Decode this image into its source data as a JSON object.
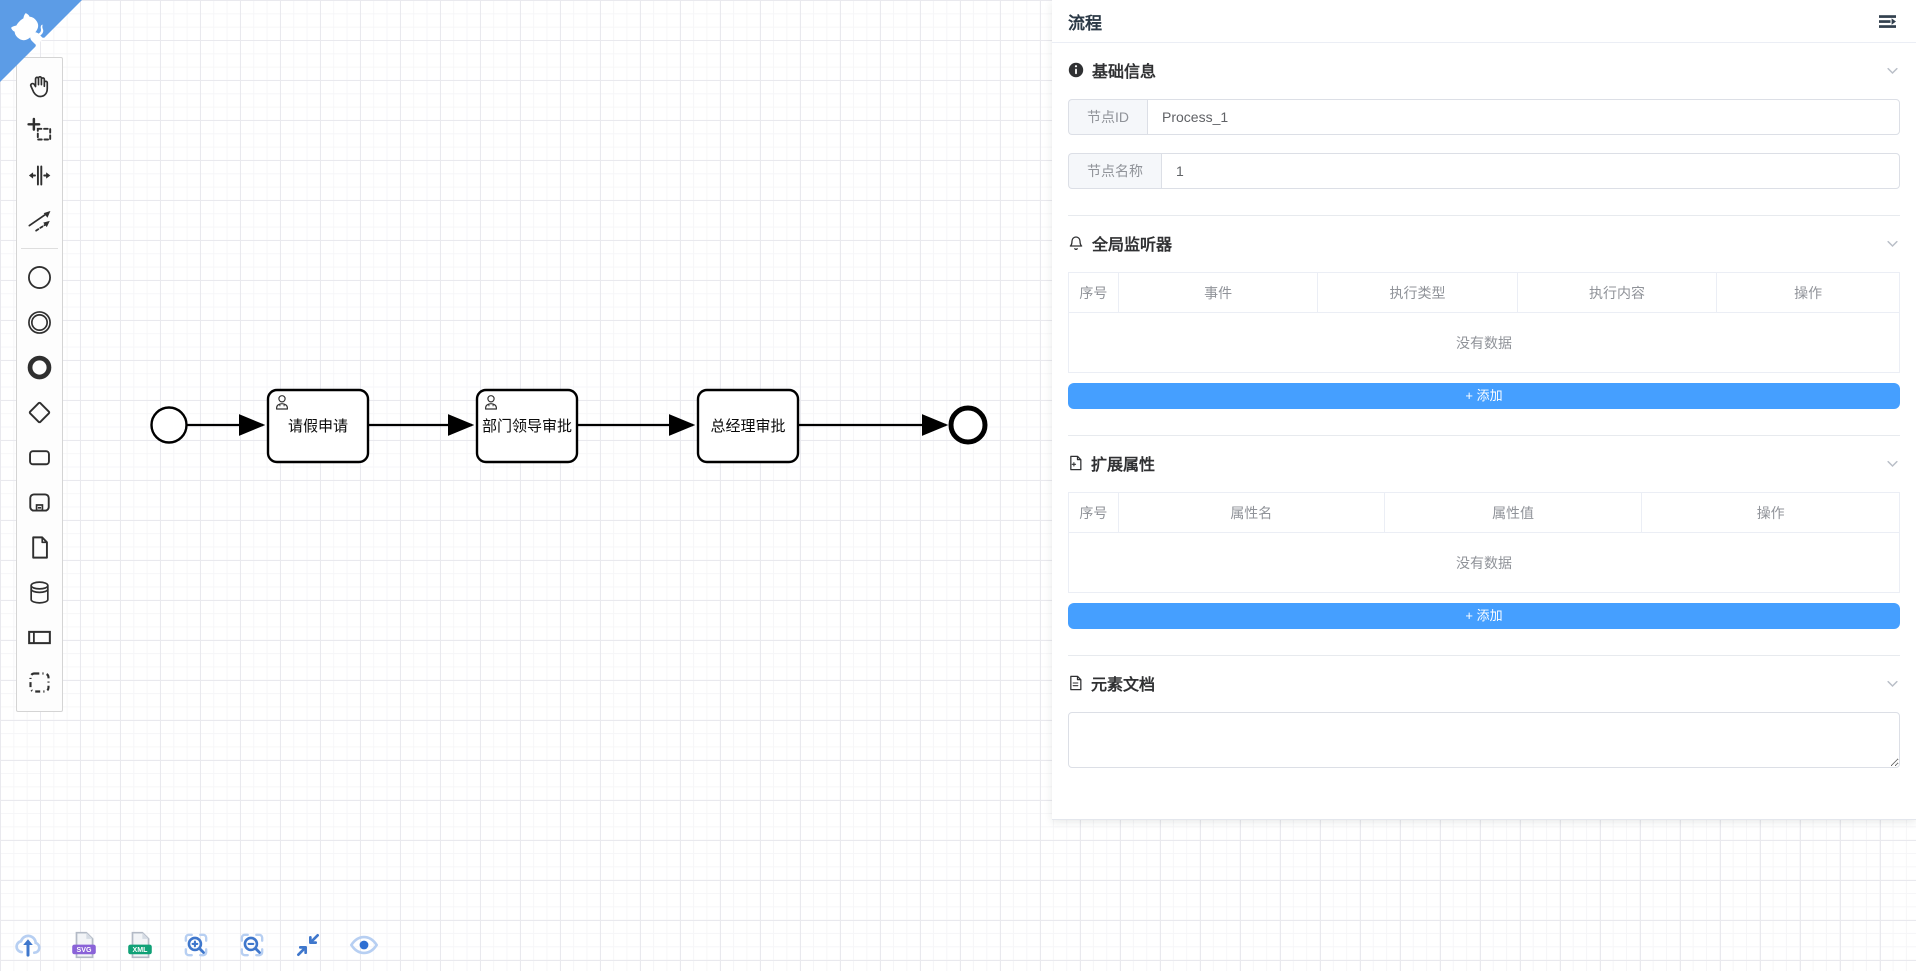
{
  "accent_color": "#459fff",
  "github_corner": {
    "icon": "github-octocat-icon",
    "color": "#5c9ce6"
  },
  "palette": {
    "tools": [
      "hand-tool",
      "lasso-tool",
      "space-tool",
      "global-connect-tool"
    ],
    "elements": [
      "create-start-event",
      "create-intermediate-event",
      "create-end-event",
      "create-gateway",
      "create-task",
      "create-subprocess",
      "create-data-object",
      "create-data-store",
      "create-participant",
      "create-group"
    ]
  },
  "canvas": {
    "tasks": [
      {
        "label": "请假申请",
        "icon": "user-task-icon"
      },
      {
        "label": "部门领导审批",
        "icon": "user-task-icon"
      },
      {
        "label": "总经理审批",
        "icon": ""
      }
    ]
  },
  "bottom_toolbar": {
    "buttons": [
      {
        "name": "upload",
        "icon": "upload-cloud-icon",
        "badge": ""
      },
      {
        "name": "export-svg",
        "icon": "svg-file-icon",
        "badge": "SVG"
      },
      {
        "name": "export-xml",
        "icon": "xml-file-icon",
        "badge": "XML"
      },
      {
        "name": "zoom-in",
        "icon": "zoom-in-icon",
        "badge": ""
      },
      {
        "name": "zoom-out",
        "icon": "zoom-out-icon",
        "badge": ""
      },
      {
        "name": "reset-zoom",
        "icon": "compress-icon",
        "badge": ""
      },
      {
        "name": "preview",
        "icon": "eye-icon",
        "badge": ""
      }
    ]
  },
  "panel": {
    "title": "流程",
    "menu_icon": "collapse-panel-icon",
    "basic": {
      "title": "基础信息",
      "icon": "info-circle-icon",
      "fields": [
        {
          "label": "节点ID",
          "value": "Process_1"
        },
        {
          "label": "节点名称",
          "value": "1"
        }
      ]
    },
    "listeners": {
      "title": "全局监听器",
      "icon": "bell-icon",
      "columns": [
        "序号",
        "事件",
        "执行类型",
        "执行内容",
        "操作"
      ],
      "empty_text": "没有数据",
      "add_label": "+ 添加"
    },
    "attributes": {
      "title": "扩展属性",
      "icon": "document-add-icon",
      "columns": [
        "序号",
        "属性名",
        "属性值",
        "操作"
      ],
      "empty_text": "没有数据",
      "add_label": "+ 添加"
    },
    "docs": {
      "title": "元素文档",
      "icon": "document-text-icon",
      "value": ""
    }
  }
}
